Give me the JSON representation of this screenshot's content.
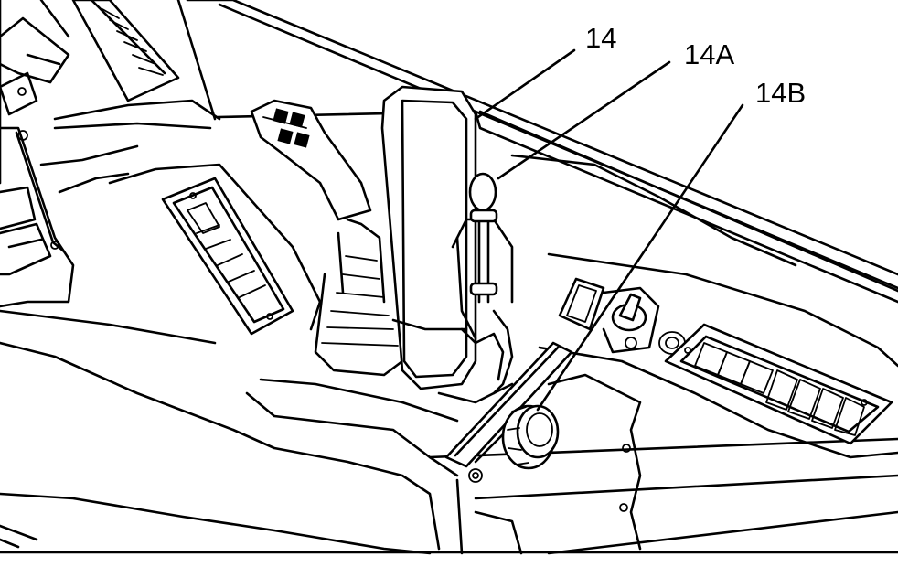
{
  "callouts": [
    {
      "id": "14",
      "label": "14"
    },
    {
      "id": "14A",
      "label": "14A"
    },
    {
      "id": "14B",
      "label": "14B"
    }
  ],
  "colors": {
    "line": "#000000",
    "background": "#ffffff"
  }
}
